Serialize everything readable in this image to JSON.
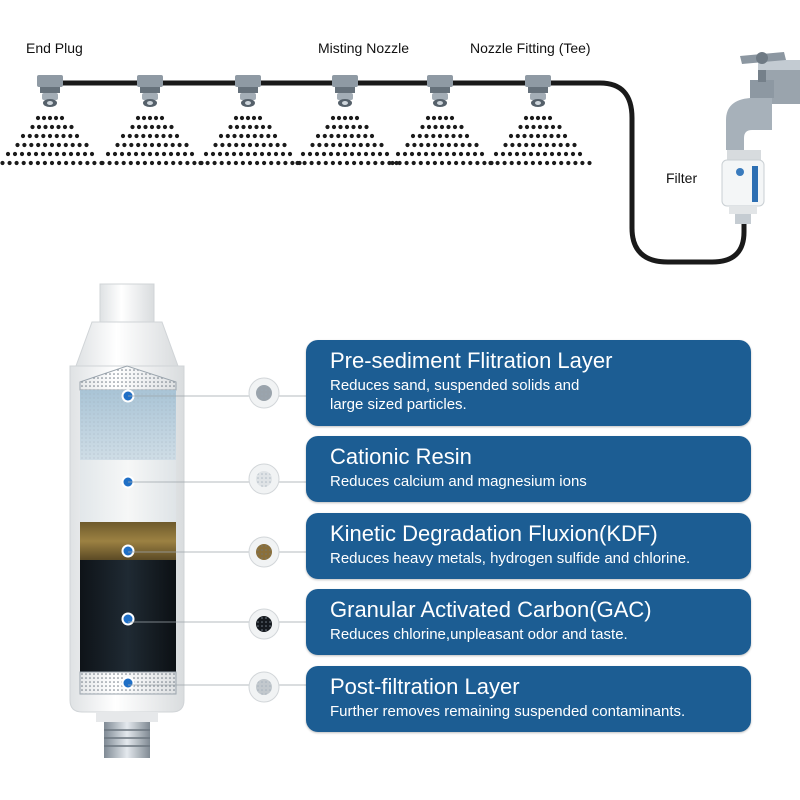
{
  "diagram": {
    "labels": {
      "end_plug": "End Plug",
      "misting_nozzle": "Misting Nozzle",
      "nozzle_fitting": "Nozzle Fitting (Tee)",
      "filter": "Filter"
    },
    "layers": [
      {
        "title": "Pre-sediment Flitration Layer",
        "description_line1": "Reduces sand, suspended solids and",
        "description_line2": "large sized particles."
      },
      {
        "title": "Cationic Resin",
        "description_line1": "Reduces calcium and magnesium ions",
        "description_line2": ""
      },
      {
        "title": "Kinetic Degradation Fluxion(KDF)",
        "description_line1": "Reduces heavy metals, hydrogen sulfide and chlorine.",
        "description_line2": ""
      },
      {
        "title": "Granular Activated Carbon(GAC)",
        "description_line1": "Reduces chlorine,unpleasant odor and taste.",
        "description_line2": ""
      },
      {
        "title": "Post-filtration Layer",
        "description_line1": "Further removes remaining suspended contaminants.",
        "description_line2": ""
      }
    ],
    "colors": {
      "callout_blue": "#1c5d93",
      "marker_blue": "#1f6fc6",
      "tube_black": "#1a1a1a",
      "kdf_brown": "#8a6f3a",
      "carbon_black": "#15191e"
    }
  }
}
